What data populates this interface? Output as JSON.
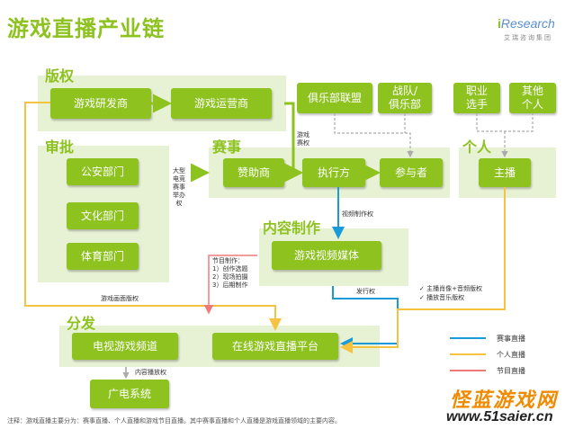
{
  "title": "游戏直播产业链",
  "logo": {
    "brand_i": "i",
    "brand_rest": "Research",
    "sub": "艾瑞咨询集团"
  },
  "sections": {
    "banquan": "版权",
    "shenpi": "审批",
    "saishi": "赛事",
    "geren": "个人",
    "neirong": "内容制作",
    "fenfa": "分发"
  },
  "boxes": {
    "dev": "游戏研发商",
    "ops": "游戏运营商",
    "club": "俱乐部联盟",
    "team": "战队/\n俱乐部",
    "pro": "职业\n选手",
    "other": "其他\n个人",
    "police": "公安部门",
    "culture": "文化部门",
    "sports": "体育部门",
    "sponsor": "赞助商",
    "executor": "执行方",
    "participant": "参与者",
    "anchor": "主播",
    "media": "游戏视频媒体",
    "tv": "电视游戏频道",
    "platform": "在线游戏直播平台",
    "broadcast": "广电系统"
  },
  "labels": {
    "big_event": "大型\n电竞\n赛事\n举办\n权",
    "game_event_right": "游戏\n赛权",
    "video_right": "视频制作权",
    "program": "节目制作：\n1）创作选题\n2）现场拍摄\n3）后期制作",
    "screen_right": "游戏画面版权",
    "publish_right": "发行权",
    "anchor_rights_1": "主播肖像+音频版权",
    "anchor_rights_2": "播放音乐版权",
    "content_play_right": "内容播放权"
  },
  "legend": [
    {
      "label": "赛事直播",
      "color": "#1a9ad6"
    },
    {
      "label": "个人直播",
      "color": "#f5c242"
    },
    {
      "label": "节目直播",
      "color": "#f07a7a"
    }
  ],
  "footnote": "注释：游戏直播主要分为：赛事直播、个人直播和游戏节目直播。其中赛事直播和个人直播是游戏直播领域的主要内容。",
  "watermark": {
    "line1": "怪蓝游戏网",
    "line2": "www.51saier.cn"
  },
  "colors": {
    "green": "#8dc21f",
    "panel": "#e7f1d4",
    "blue": "#1a9ad6",
    "yellow": "#f5c242",
    "red": "#f07a7a"
  }
}
